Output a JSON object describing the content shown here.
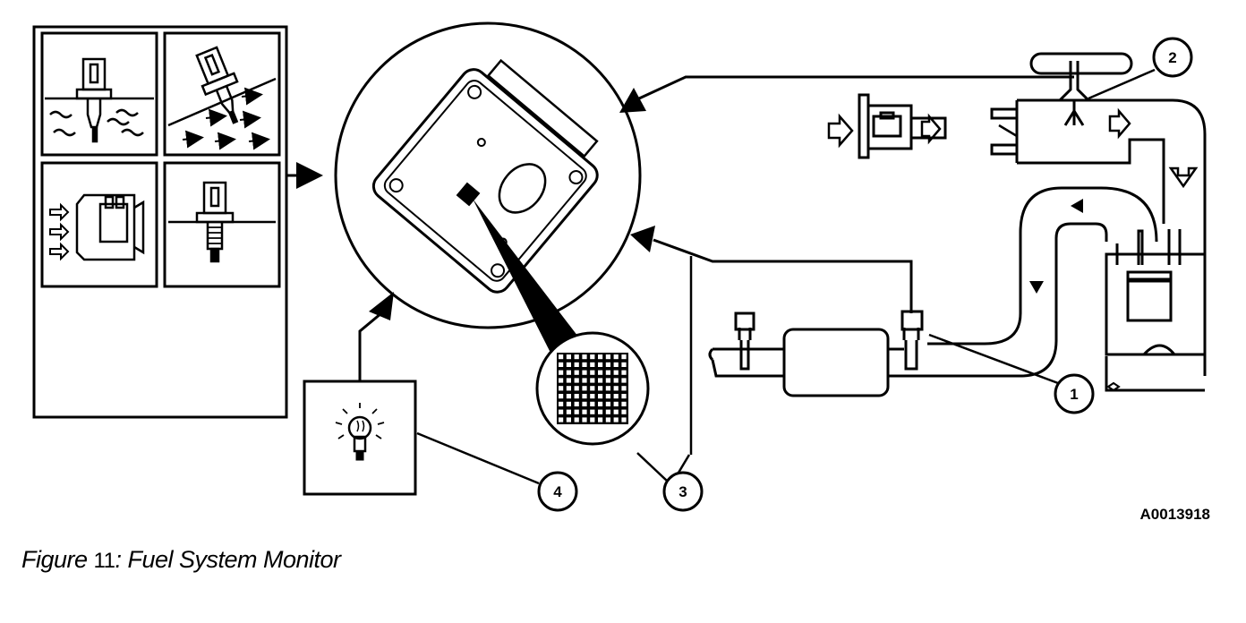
{
  "callouts": [
    {
      "id": "callout-1",
      "label": "1"
    },
    {
      "id": "callout-2",
      "label": "2"
    },
    {
      "id": "callout-3",
      "label": "3"
    },
    {
      "id": "callout-4",
      "label": "4"
    }
  ],
  "figure_id": "A0013918",
  "caption": {
    "prefix": "Figure",
    "number": "11",
    "suffix": ": Fuel System Monitor"
  },
  "colors": {
    "line": "#000000",
    "background": "#ffffff",
    "grid": "#000000"
  }
}
